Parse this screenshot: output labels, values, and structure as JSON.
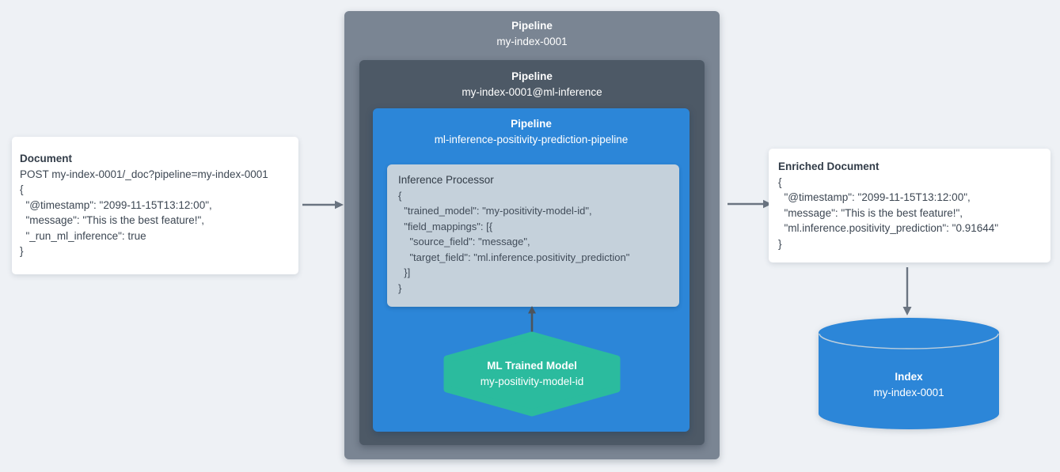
{
  "document_box": {
    "title": "Document",
    "lines": [
      "POST my-index-0001/_doc?pipeline=my-index-0001",
      "{",
      "  \"@timestamp\": \"2099-11-15T13:12:00\",",
      "  \"message\": \"This is the best feature!\",",
      "  \"_run_ml_inference\": true",
      "}"
    ]
  },
  "pipeline_outer": {
    "title": "Pipeline",
    "name": "my-index-0001"
  },
  "pipeline_mid": {
    "title": "Pipeline",
    "name": "my-index-0001@ml-inference"
  },
  "pipeline_inner": {
    "title": "Pipeline",
    "name": "ml-inference-positivity-prediction-pipeline"
  },
  "inference_processor": {
    "title": "Inference Processor",
    "lines": [
      "{",
      "  \"trained_model\": \"my-positivity-model-id\",",
      "  \"field_mappings\": [{",
      "    \"source_field\": \"message\",",
      "    \"target_field\": \"ml.inference.positivity_prediction\"",
      "  }]",
      "}"
    ]
  },
  "ml_model": {
    "title": "ML Trained Model",
    "name": "my-positivity-model-id"
  },
  "enriched_box": {
    "title": "Enriched Document",
    "lines": [
      "{",
      "  \"@timestamp\": \"2099-11-15T13:12:00\",",
      "  \"message\": \"This is the best feature!\",",
      "  \"ml.inference.positivity_prediction\": \"0.91644\"",
      "}"
    ]
  },
  "index_cylinder": {
    "title": "Index",
    "name": "my-index-0001"
  },
  "icons": {
    "flow_right_1": "arrow-right-icon",
    "flow_right_2": "arrow-right-icon",
    "model_up": "arrow-up-icon",
    "index_down": "arrow-down-icon"
  },
  "colors": {
    "background": "#eef1f5",
    "pipeline_outer": "#7a8593",
    "pipeline_mid": "#4d5966",
    "pipeline_inner": "#2c86d8",
    "processor_bg": "#c5d1db",
    "model_green": "#2bbb9e",
    "index_blue": "#2c86d8",
    "arrow_gray": "#6a7481",
    "arrow_dark": "#4d545c",
    "text_dark": "#3d4753",
    "text_white": "#ffffff"
  }
}
